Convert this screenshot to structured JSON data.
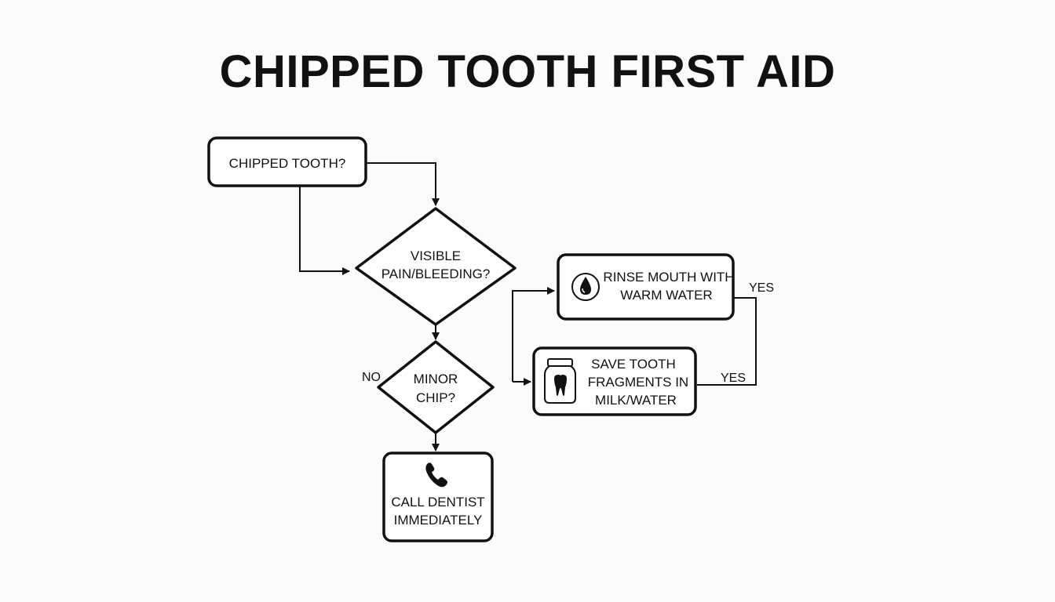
{
  "title": "CHIPPED TOOTH FIRST AID",
  "nodes": {
    "chipped_tooth": {
      "line1": "CHIPPED TOOTH?"
    },
    "visible_pain": {
      "line1": "VISIBLE",
      "line2": "PAIN/BLEEDING?"
    },
    "minor_chip": {
      "line1": "MINOR",
      "line2": "CHIP?"
    },
    "call_dentist": {
      "line1": "CALL DENTIST",
      "line2": "IMMEDIATELY",
      "icon": "phone-icon"
    },
    "rinse_mouth": {
      "line1": "RINSE MOUTH WITH",
      "line2": "WARM WATER",
      "icon": "water-drop-icon"
    },
    "save_fragments": {
      "line1": "SAVE TOOTH",
      "line2": "FRAGMENTS IN",
      "line3": "MILK/WATER",
      "icon": "jar-tooth-icon"
    }
  },
  "edge_labels": {
    "no": "NO",
    "yes_rinse": "YES",
    "yes_save": "YES"
  },
  "colors": {
    "stroke": "#111111",
    "background": "#fbfbfb",
    "box_fill": "#ffffff"
  }
}
